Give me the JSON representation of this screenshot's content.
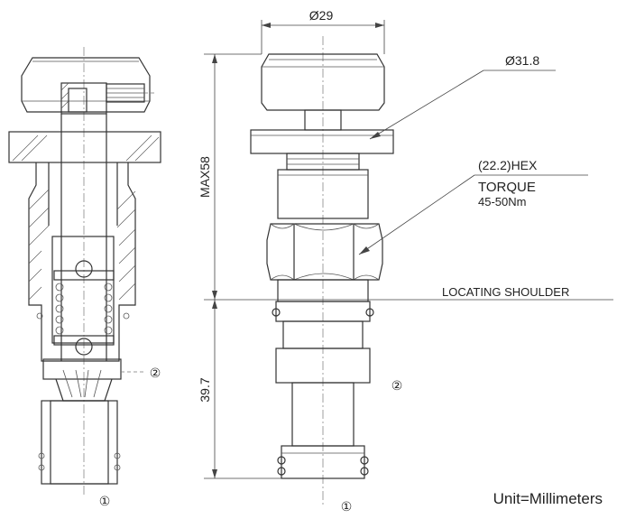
{
  "dimensions": {
    "top_diameter": "Ø29",
    "cap_diameter": "Ø31.8",
    "overall_height": "MAX58",
    "lower_length": "39.7"
  },
  "annotations": {
    "hex": "(22.2)HEX",
    "torque_title": "TORQUE",
    "torque_value": "45-50Nm",
    "locating_shoulder": "LOCATING SHOULDER",
    "unit": "Unit=Millimeters"
  },
  "ports": {
    "port1": "①",
    "port2": "②"
  }
}
